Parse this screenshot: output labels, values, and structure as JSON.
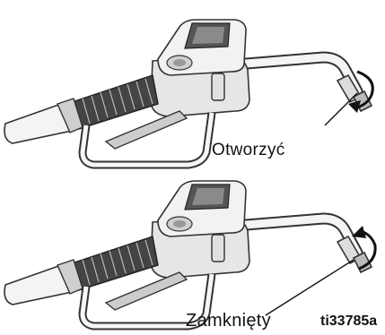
{
  "labels": {
    "open": "Otworzyć",
    "closed": "Zamknięty",
    "figure_ref": "ti33785a"
  },
  "icons": [
    "fuel-nozzle-open-illustration",
    "fuel-nozzle-closed-illustration",
    "rotation-arrow-icon"
  ]
}
